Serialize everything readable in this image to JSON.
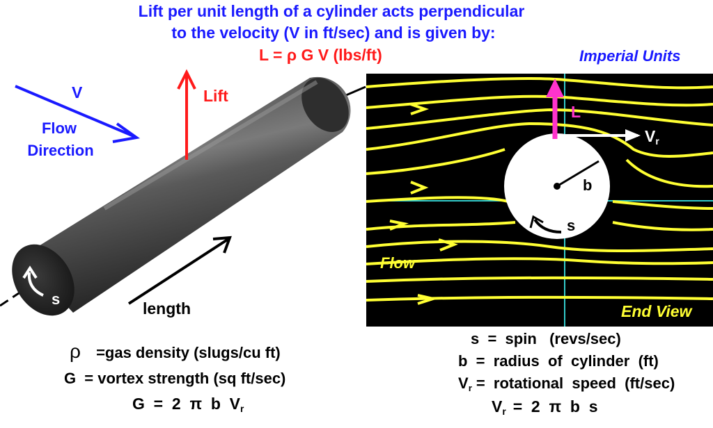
{
  "header": {
    "line1": "Lift per unit length of a cylinder acts perpendicular",
    "line2": "to  the velocity  (V in ft/sec)  and is given by:",
    "formula": "L  =  ρ G  V  (lbs/ft)"
  },
  "units_label": "Imperial Units",
  "left_diagram": {
    "v_label": "V",
    "flow_direction": [
      "Flow",
      "Direction"
    ],
    "lift_label": "Lift",
    "length_label": "length",
    "spin_label": "s"
  },
  "end_view": {
    "lift_label": "L",
    "vr_label": "V",
    "vr_sub": "r",
    "radius_label": "b",
    "spin_label": "s",
    "flow_label": "Flow",
    "title": "End View"
  },
  "definitions_left": [
    {
      "sym": "ρ",
      "text": "=gas  density  (slugs/cu ft)"
    },
    {
      "sym": "G",
      "text": "=  vortex  strength  (sq ft/sec)"
    }
  ],
  "formula_left": {
    "pre": "G  =  2  π  b  V",
    "sub": "r"
  },
  "definitions_right": [
    {
      "text": "s  =  spin   (revs/sec)"
    },
    {
      "text": "b  =  radius  of  cylinder  (ft)"
    }
  ],
  "vr_def": {
    "pre": "V",
    "sub": "r",
    "post": "=  rotational  speed  (ft/sec)"
  },
  "formula_right": {
    "pre": "V",
    "sub": "r",
    "post": "=  2  π  b  s"
  },
  "colors": {
    "title_blue": "#1a1aff",
    "formula_red": "#ff1a1a",
    "streamline_yellow": "#ffff33",
    "axis_cyan": "#33cccc",
    "lift_magenta": "#ff33cc",
    "background_black": "#000000"
  }
}
